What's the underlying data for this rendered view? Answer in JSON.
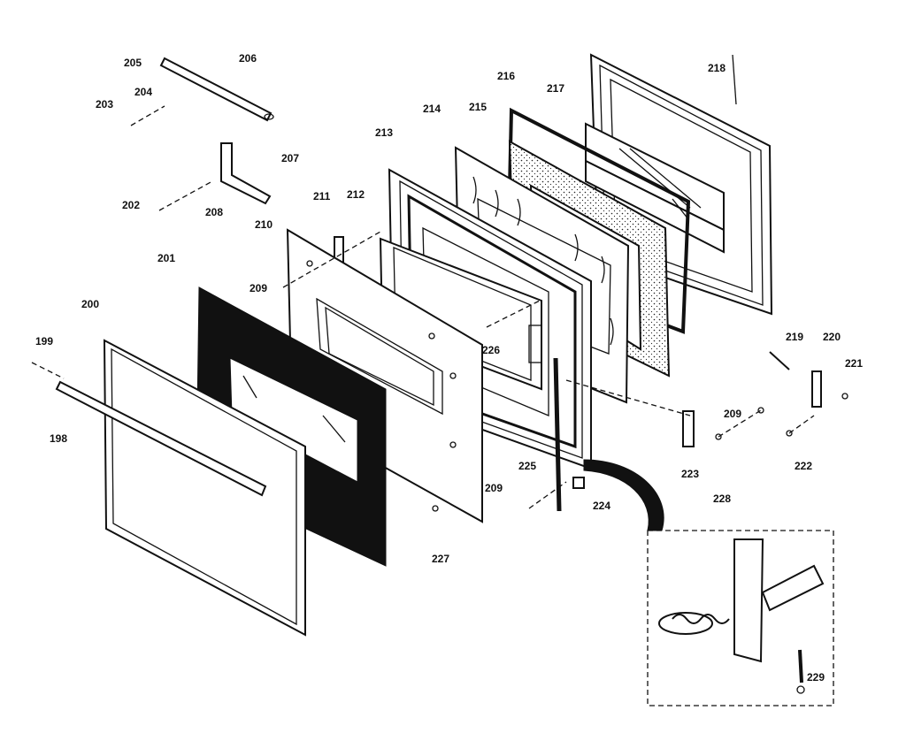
{
  "labels": {
    "p198": "198",
    "p199": "199",
    "p200": "200",
    "p201": "201",
    "p202": "202",
    "p203": "203",
    "p204": "204",
    "p205": "205",
    "p206": "206",
    "p207": "207",
    "p208": "208",
    "p209a": "209",
    "p209b": "209",
    "p209c": "209",
    "p210": "210",
    "p211": "211",
    "p212": "212",
    "p213": "213",
    "p214": "214",
    "p215": "215",
    "p216": "216",
    "p217": "217",
    "p218": "218",
    "p219": "219",
    "p220": "220",
    "p221": "221",
    "p222": "222",
    "p223": "223",
    "p224": "224",
    "p225": "225",
    "p226": "226",
    "p227": "227",
    "p228": "228",
    "p229": "229"
  }
}
